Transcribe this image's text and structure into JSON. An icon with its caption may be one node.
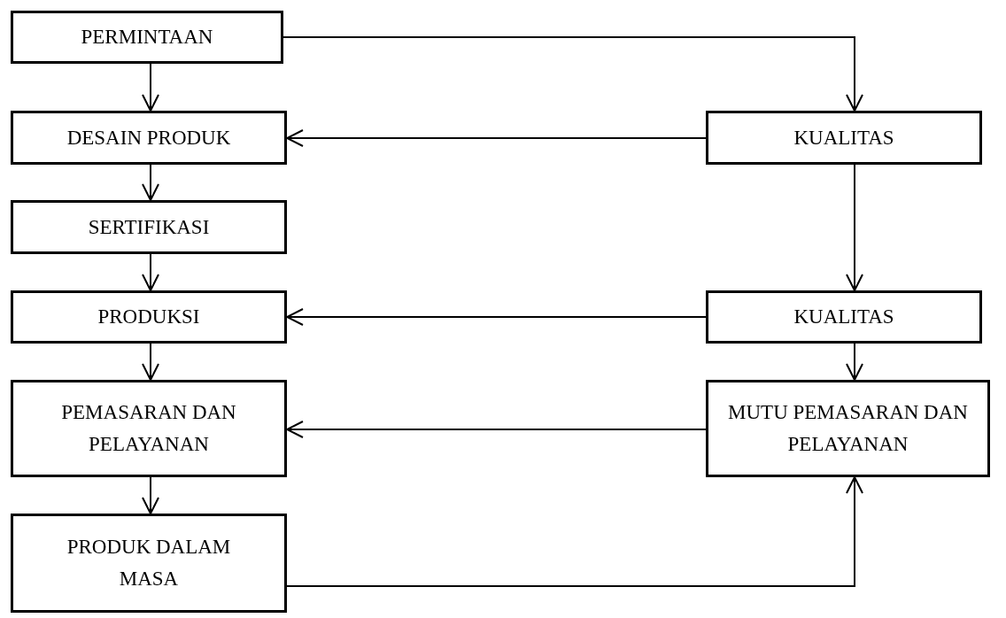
{
  "diagram": {
    "nodes": [
      {
        "text": [
          "PERMINTAAN"
        ]
      },
      {
        "text": [
          "DESAIN PRODUK"
        ]
      },
      {
        "text": [
          "SERTIFIKASI"
        ]
      },
      {
        "text": [
          "PRODUKSI"
        ]
      },
      {
        "text": [
          "PEMASARAN DAN PELAYANAN"
        ]
      },
      {
        "text": [
          "PRODUK DALAM MASA"
        ]
      },
      {
        "text": [
          "KUALITAS"
        ]
      },
      {
        "text": [
          "KUALITAS"
        ]
      },
      {
        "text": [
          "MUTU PEMASARAN DAN PELAYANAN"
        ]
      }
    ],
    "edges": [
      {
        "from": 0,
        "to": 1,
        "arrow": "to"
      },
      {
        "from": 1,
        "to": 2,
        "arrow": "to"
      },
      {
        "from": 2,
        "to": 3,
        "arrow": "to"
      },
      {
        "from": 3,
        "to": 4,
        "arrow": "to"
      },
      {
        "from": 4,
        "to": 5,
        "arrow": "to"
      },
      {
        "from": 0,
        "to": 6,
        "arrow": "to"
      },
      {
        "from": 6,
        "to": 1,
        "arrow": "to"
      },
      {
        "from": 6,
        "to": 7,
        "arrow": "to"
      },
      {
        "from": 7,
        "to": 3,
        "arrow": "to"
      },
      {
        "from": 7,
        "to": 8,
        "arrow": "to"
      },
      {
        "from": 8,
        "to": 4,
        "arrow": "to"
      },
      {
        "from": 5,
        "to": 8,
        "arrow": "to"
      }
    ]
  }
}
